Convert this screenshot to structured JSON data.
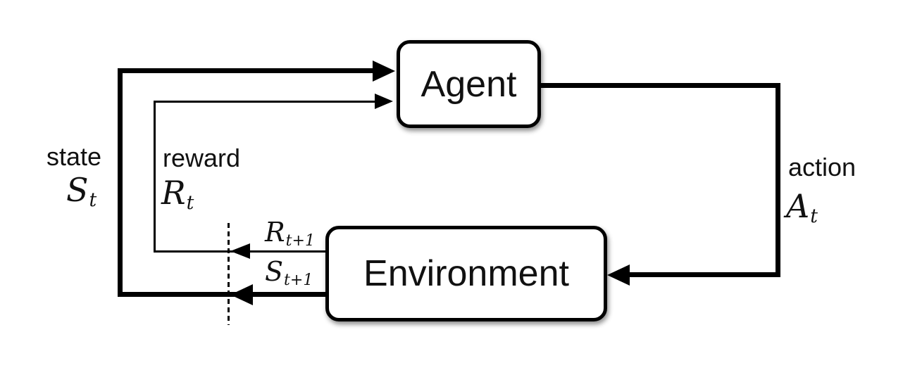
{
  "diagram_title": "agent-environment-interaction-loop",
  "nodes": {
    "agent": "Agent",
    "environment": "Environment"
  },
  "labels": {
    "state": {
      "word": "state",
      "base": "S",
      "sub": "t"
    },
    "reward": {
      "word": "reward",
      "base": "R",
      "sub": "t"
    },
    "action": {
      "word": "action",
      "base": "A",
      "sub": "t"
    },
    "next_reward": {
      "base": "R",
      "sub": "t+1"
    },
    "next_state": {
      "base": "S",
      "sub": "t+1"
    }
  },
  "colors": {
    "line": "#000000",
    "box_border": "#000000",
    "box_fill": "#ffffff",
    "background": "#ffffff",
    "text": "#111111"
  }
}
